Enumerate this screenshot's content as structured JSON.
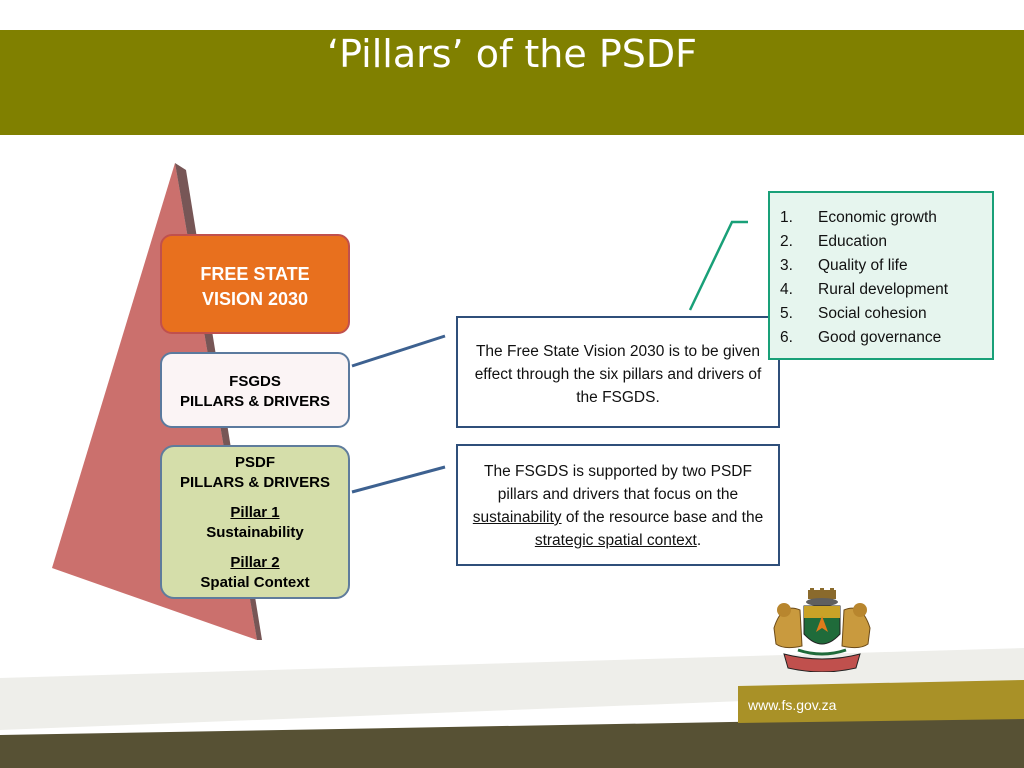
{
  "title": "‘Pillars’ of the PSDF",
  "colors": {
    "title_band": "#808000",
    "vision_box": "#e8701e",
    "psdf_box": "#d5deaa",
    "triangle": "#c0504d",
    "connector": "#3d6190",
    "list_border": "#19a078",
    "footer_dark": "#575134",
    "footer_gold": "#a99127"
  },
  "hierarchy": {
    "vision": {
      "line1": "FREE STATE",
      "line2": "VISION 2030"
    },
    "fsgds": {
      "line1": "FSGDS",
      "line2": "PILLARS & DRIVERS"
    },
    "psdf": {
      "line1": "PSDF",
      "line2": "PILLARS & DRIVERS",
      "pillar1_label": "Pillar 1",
      "pillar1_name": "Sustainability",
      "pillar2_label": "Pillar 2",
      "pillar2_name": "Spatial Context"
    }
  },
  "notes": {
    "fsgds_note": "The Free State Vision 2030 is to be given effect through the six pillars and drivers of the FSGDS.",
    "psdf_note": {
      "part1": "The FSGDS is supported by two PSDF pillars and drivers that focus on the ",
      "link1": "sustainability",
      "part2": " of the resource  base and the ",
      "link2": "strategic spatial context",
      "part3": "."
    }
  },
  "pillars_list": [
    {
      "num": "1.",
      "label": "Economic growth"
    },
    {
      "num": "2.",
      "label": "Education"
    },
    {
      "num": "3.",
      "label": "Quality of life"
    },
    {
      "num": "4.",
      "label": "Rural development"
    },
    {
      "num": "5.",
      "label": "Social cohesion"
    },
    {
      "num": "6.",
      "label": "Good governance"
    }
  ],
  "footer": {
    "url": "www.fs.gov.za",
    "crest_icon": "coat-of-arms-icon"
  }
}
